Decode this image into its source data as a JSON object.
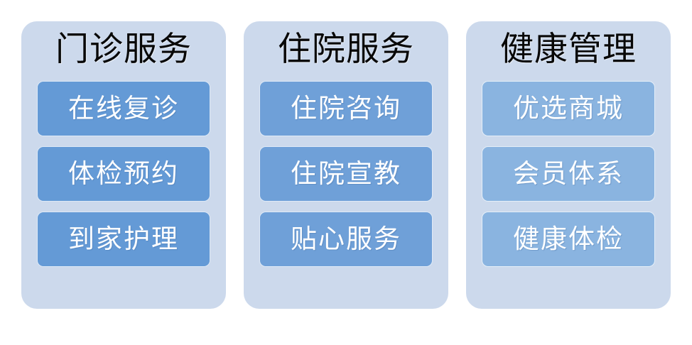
{
  "board": {
    "background_color": "#ffffff",
    "panel_background_color": "#ccd9ec",
    "title_color": "#080808",
    "item_text_color": "#ffffff"
  },
  "columns": [
    {
      "id": "outpatient-services",
      "title": "门诊服务",
      "accent_color": "#649ad6",
      "items": [
        {
          "label": "在线复诊"
        },
        {
          "label": "体检预约"
        },
        {
          "label": "到家护理"
        }
      ]
    },
    {
      "id": "inpatient-services",
      "title": "住院服务",
      "accent_color": "#6fa0d8",
      "items": [
        {
          "label": "住院咨询"
        },
        {
          "label": "住院宣教"
        },
        {
          "label": "贴心服务"
        }
      ]
    },
    {
      "id": "health-management",
      "title": "健康管理",
      "accent_color": "#8ab4e0",
      "items": [
        {
          "label": "优选商城"
        },
        {
          "label": "会员体系"
        },
        {
          "label": "健康体检"
        }
      ]
    }
  ]
}
